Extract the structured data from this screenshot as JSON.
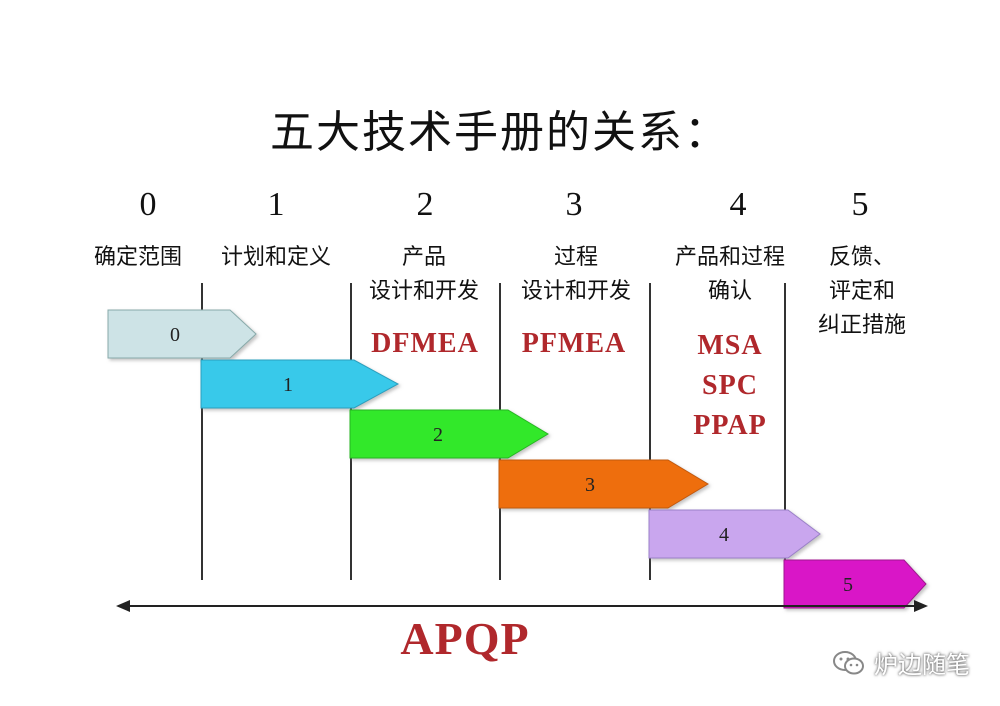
{
  "title": "五大技术手册的关系：",
  "phases": [
    {
      "num": "0",
      "label_lines": [
        "确定范围"
      ]
    },
    {
      "num": "1",
      "label_lines": [
        "计划和定义"
      ]
    },
    {
      "num": "2",
      "label_lines": [
        "产品",
        "设计和开发"
      ]
    },
    {
      "num": "3",
      "label_lines": [
        "过程",
        "设计和开发"
      ]
    },
    {
      "num": "4",
      "label_lines": [
        "产品和过程",
        "确认"
      ]
    },
    {
      "num": "5",
      "label_lines": [
        "反馈、",
        "评定和",
        "纠正措施"
      ]
    }
  ],
  "tools": {
    "phase2": [
      "DFMEA"
    ],
    "phase3": [
      "PFMEA"
    ],
    "phase4": [
      "MSA",
      "SPC",
      "PPAP"
    ]
  },
  "bars": [
    {
      "label": "0",
      "color": "#cde3e6"
    },
    {
      "label": "1",
      "color": "#38c9ea"
    },
    {
      "label": "2",
      "color": "#31e82a"
    },
    {
      "label": "3",
      "color": "#ee6e10"
    },
    {
      "label": "4",
      "color": "#c9a6ee"
    },
    {
      "label": "5",
      "color": "#d918c7"
    }
  ],
  "apqp": "APQP",
  "watermark": "炉边随笔",
  "colors": {
    "accent_red": "#b0282c"
  }
}
